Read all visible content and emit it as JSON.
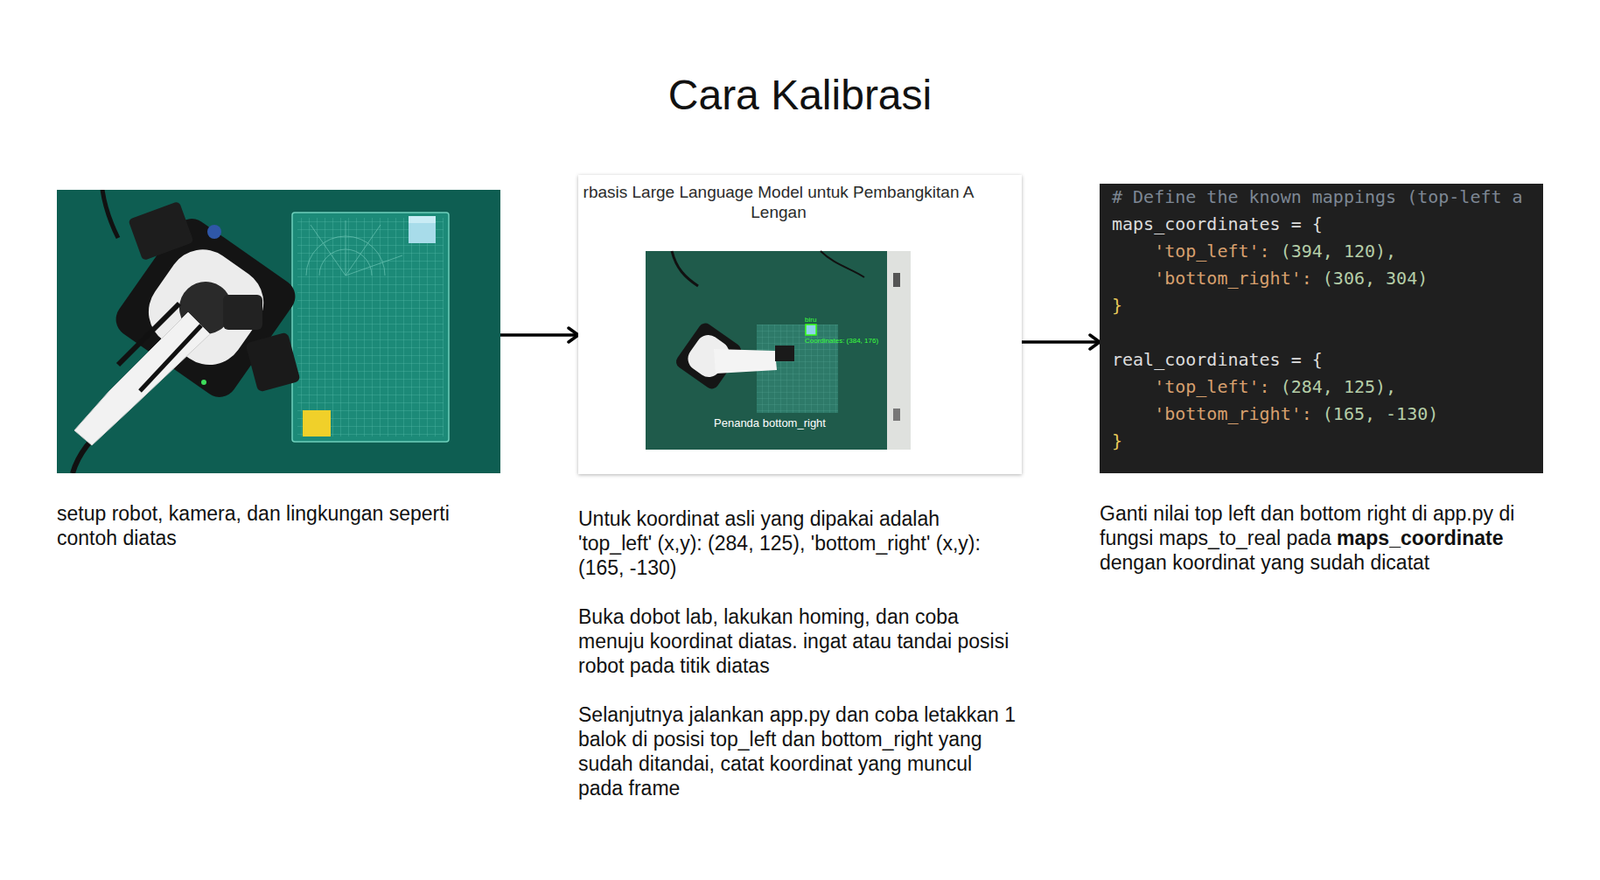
{
  "diagram": {
    "title": "Cara Kalibrasi",
    "nodes": [
      {
        "text": [
          "setup robot, kamera, dan lingkungan seperti contoh diatas"
        ]
      },
      {
        "text": [
          "rbasis Large Language Model untuk Pembangkitan A",
          "Lengan",
          "biru",
          "Coordinates: (384, 176)",
          "Penanda bottom_right",
          "Untuk koordinat asli yang dipakai adalah 'top_left' (x,y): (284, 125), 'bottom_right' (x,y): (165, -130)",
          "Buka dobot lab, lakukan homing, dan coba menuju koordinat diatas. ingat atau tandai posisi robot pada titik diatas",
          "Selanjutnya jalankan app.py dan coba letakkan 1 balok di posisi top_left dan bottom_right yang sudah ditandai, catat koordinat yang muncul pada frame"
        ]
      },
      {
        "text": [
          "# Define the known mappings (top-left a",
          "maps_coordinates = {",
          "'top_left':",
          "(394, 120),",
          "'bottom_right':",
          "(306, 304)",
          "}",
          "real_coordinates = {",
          "'top_left':",
          "(284, 125),",
          "'bottom_right':",
          "(165, -130)",
          "}",
          "Ganti nilai top left dan bottom right di app.py di fungsi maps_to_real pada",
          "maps_coordinate",
          "dengan koordinat yang sudah dicatat"
        ]
      }
    ],
    "edges": [
      {
        "from": 0,
        "to": 1,
        "arrow": "to"
      },
      {
        "from": 1,
        "to": 2,
        "arrow": "to"
      }
    ]
  }
}
